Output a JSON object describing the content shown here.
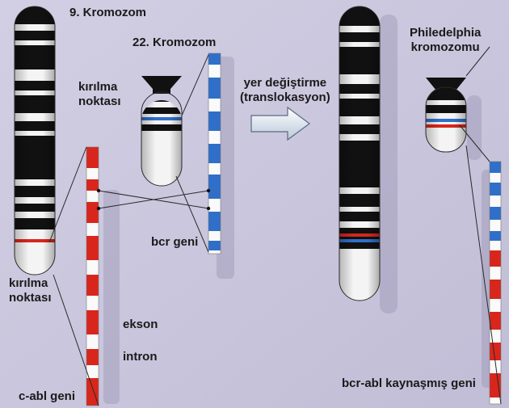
{
  "labels": {
    "chr9": "9. Kromozom",
    "chr22": "22. Kromozom",
    "breakpoint_22": [
      "kırılma",
      "noktası"
    ],
    "translocation": [
      "yer değiştirme",
      "(translokasyon)"
    ],
    "philadelphia": [
      "Philedelphia",
      "kromozomu"
    ],
    "bcr_gene": "bcr geni",
    "breakpoint_9": [
      "kırılma",
      "noktası"
    ],
    "exon": "ekson",
    "intron": "intron",
    "cabl_gene": "c-abl geni",
    "fusion_gene": "bcr-abl kaynaşmış geni"
  },
  "colors": {
    "background": "#c9c6dc",
    "chromatin_dark": "#111111",
    "chromatin_light": "#f4f4f4",
    "abl_exon": "#d8261c",
    "bcr_exon": "#2f6fc9",
    "strip_light": "#fafafa"
  }
}
